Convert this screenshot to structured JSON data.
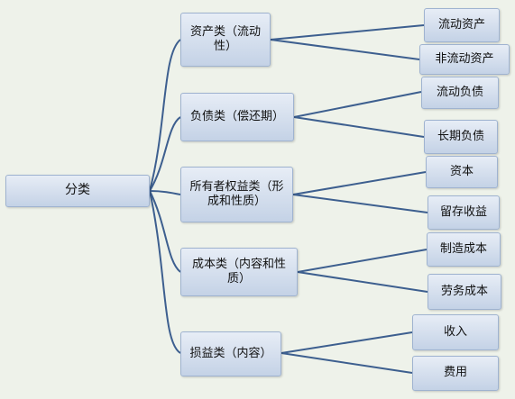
{
  "root": {
    "label": "分类"
  },
  "categories": [
    {
      "label": "资产类（流动性）",
      "children": [
        "流动资产",
        "非流动资产"
      ]
    },
    {
      "label": "负债类（偿还期）",
      "children": [
        "流动负债",
        "长期负债"
      ]
    },
    {
      "label": "所有者权益类（形成和性质）",
      "children": [
        "资本",
        "留存收益"
      ]
    },
    {
      "label": "成本类（内容和性质）",
      "children": [
        "制造成本",
        "劳务成本"
      ]
    },
    {
      "label": "损益类（内容）",
      "children": [
        "收入",
        "费用"
      ]
    }
  ]
}
